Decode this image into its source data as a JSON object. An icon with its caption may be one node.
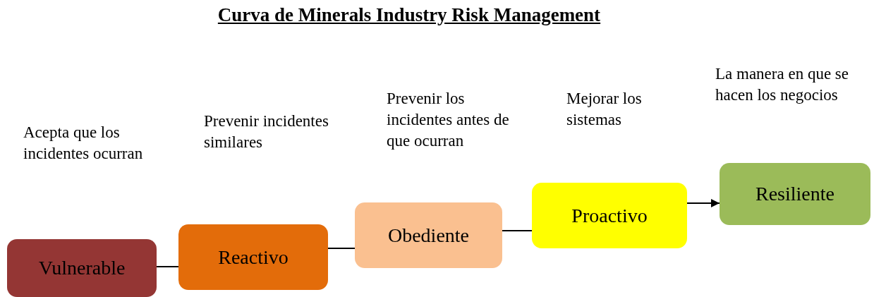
{
  "diagram": {
    "title": "Curva de Minerals Industry Risk Management",
    "nodes": [
      {
        "text": [
          "Vulnerable"
        ]
      },
      {
        "text": [
          "Reactivo"
        ]
      },
      {
        "text": [
          "Obediente"
        ]
      },
      {
        "text": [
          "Proactivo"
        ]
      },
      {
        "text": [
          "Resiliente"
        ]
      }
    ],
    "edges": [
      {
        "from": 0,
        "to": 1,
        "arrow": "none"
      },
      {
        "from": 1,
        "to": 2,
        "arrow": "none"
      },
      {
        "from": 2,
        "to": 3,
        "arrow": "none"
      },
      {
        "from": 3,
        "to": 4,
        "arrow": "to"
      }
    ],
    "labels": [
      "Acepta que los incidentes ocurran",
      "Prevenir incidentes similares",
      "Prevenir los incidentes antes de que ocurran",
      "Mejorar los sistemas",
      "La manera en que se hacen los negocios"
    ]
  }
}
